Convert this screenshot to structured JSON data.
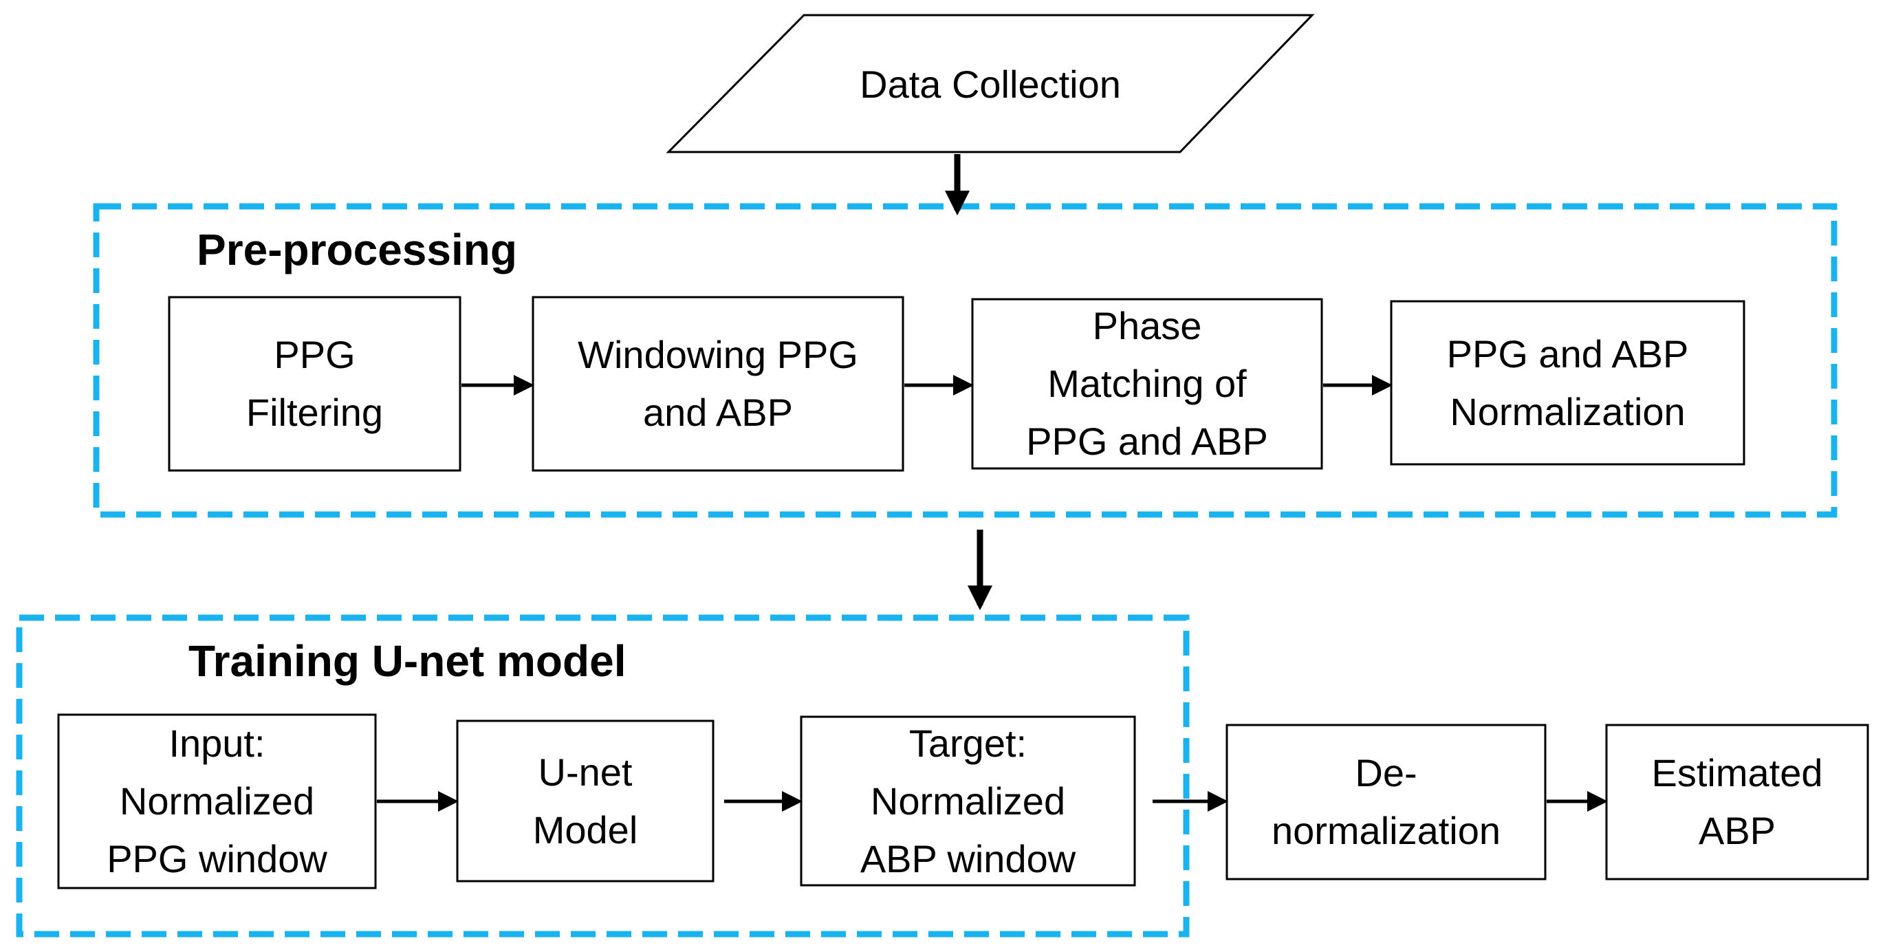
{
  "diagram": {
    "colors": {
      "group_border": "#19b4ef",
      "stroke": "#000000",
      "background": "#ffffff"
    },
    "start": {
      "label": "Data Collection"
    },
    "preprocessing": {
      "title": "Pre-processing",
      "steps": [
        {
          "label": "PPG\nFiltering"
        },
        {
          "label": "Windowing PPG\nand ABP"
        },
        {
          "label": "Phase\nMatching of\nPPG and ABP"
        },
        {
          "label": "PPG and ABP\nNormalization"
        }
      ]
    },
    "training": {
      "title": "Training U-net model",
      "steps": [
        {
          "label": "Input:\nNormalized\nPPG window"
        },
        {
          "label": "U-net\nModel"
        },
        {
          "label": "Target:\nNormalized\nABP window"
        }
      ]
    },
    "output": {
      "steps": [
        {
          "label": "De-\nnormalization"
        },
        {
          "label": "Estimated\nABP"
        }
      ]
    }
  }
}
